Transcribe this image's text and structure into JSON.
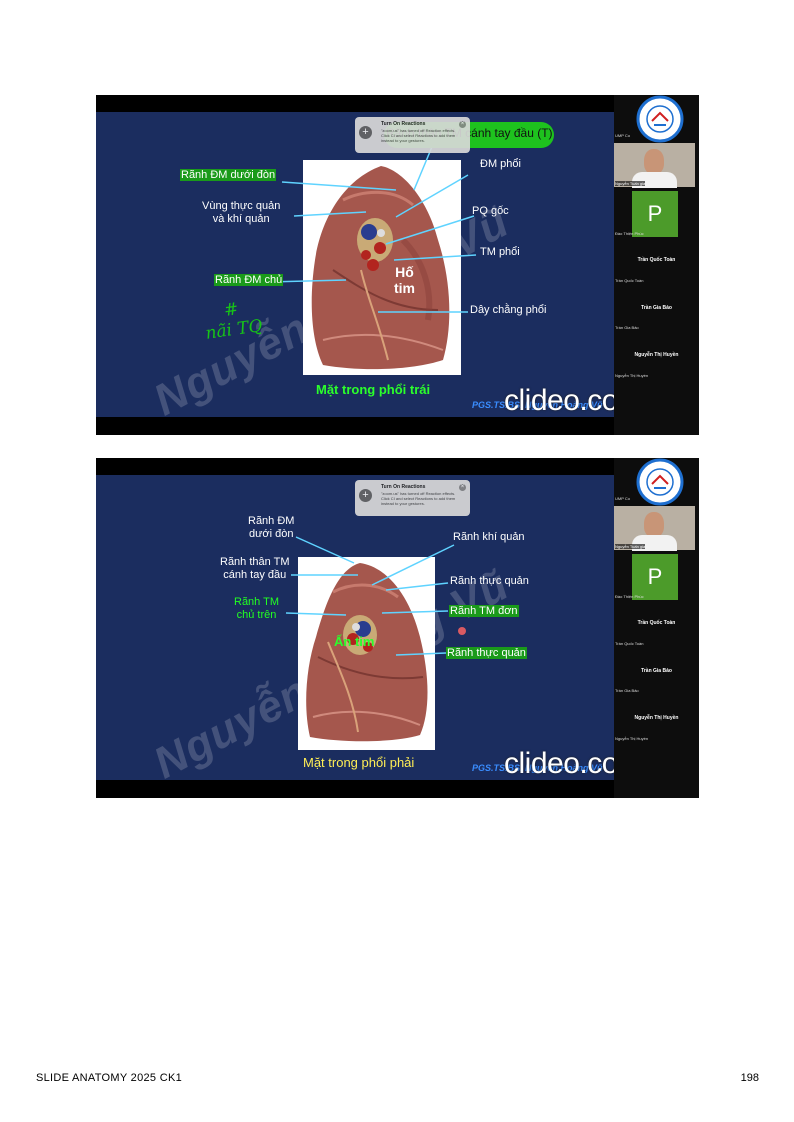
{
  "slide1": {
    "reactions_popup": {
      "title": "Turn On Reactions",
      "body": "\"zoom.us\" has turned off Reaction effects. Click CI and select Reactions to add them instead to your gestures."
    },
    "top_label": "Rãnh thân TM cánh tay đầu  (T)",
    "labels": {
      "ranh_dm_duoi_don": "Rãnh ĐM dưới đòn",
      "vung_thuc_quan": "Vùng thực quản\nvà khí quản",
      "ranh_dm_chu": "Rãnh ĐM chủ",
      "dm_phoi": "ĐM phổi",
      "pq_goc": "PQ gốc",
      "tm_phoi": "TM phổi",
      "ho_tim": "Hố\ntim",
      "day_chang_phoi": "Dây chằng phổi"
    },
    "handwritten_note": "#\nnãi TQ",
    "caption": "Mặt trong phổi trái",
    "credit": "PGS.TS.BS. Nguyễn Hoàng Vũ",
    "watermark": "Nguyễn Hoàng Vũ",
    "clideo": "clideo.com",
    "sidebar": {
      "video_name": "Nguyễn Tuấn gia",
      "top_small": "UMP Co",
      "avatar_letter": "P",
      "avatar_name": "Đào Thiện Phúc",
      "participants": [
        {
          "bold": "Trần Quốc Toàn",
          "small": "Trần Quốc Toàn"
        },
        {
          "bold": "Trần Gia Bảo",
          "small": "Trần Gia Bảo"
        },
        {
          "bold": "Nguyễn Thị Huyền",
          "small": "Nguyễn Thị Huyền"
        }
      ]
    }
  },
  "slide2": {
    "reactions_popup": {
      "title": "Turn On Reactions",
      "body": "\"zoom.us\" has turned off Reaction effects. Click CI and select Reactions to add them instead to your gestures."
    },
    "labels": {
      "ranh_dm_duoi_don": "Rãnh ĐM\ndưới đòn",
      "ranh_than_tm": "Rãnh thân TM\ncánh tay đầu",
      "ranh_tm_chu_tren": "Rãnh TM\nchủ trên",
      "ranh_khi_quan": "Rãnh khí quản",
      "ranh_thuc_quan_1": "Rãnh thực quản",
      "ranh_tm_don": "Rãnh TM đơn",
      "ranh_thuc_quan_2": "Rãnh thực quản",
      "an_tim": "Ấn tim"
    },
    "caption": "Mặt trong phổi phải",
    "credit": "PGS.TS.BS. Nguyễn Hoàng Vũ",
    "watermark": "Nguyễn Hoàng Vũ",
    "clideo": "clideo.com",
    "sidebar": {
      "video_name": "Nguyễn Tuấn gia",
      "top_small": "UMP Co",
      "avatar_letter": "P",
      "avatar_name": "Đào Thiện Phúc",
      "participants": [
        {
          "bold": "Trần Quốc Toàn",
          "small": "Trần Quốc Toàn"
        },
        {
          "bold": "Trần Gia Bảo",
          "small": "Trần Gia Bảo"
        },
        {
          "bold": "Nguyễn Thị Huyền",
          "small": "Nguyễn Thị Huyền"
        }
      ]
    }
  },
  "footer": {
    "left": "SLIDE ANATOMY 2025 CK1",
    "right": "198"
  }
}
